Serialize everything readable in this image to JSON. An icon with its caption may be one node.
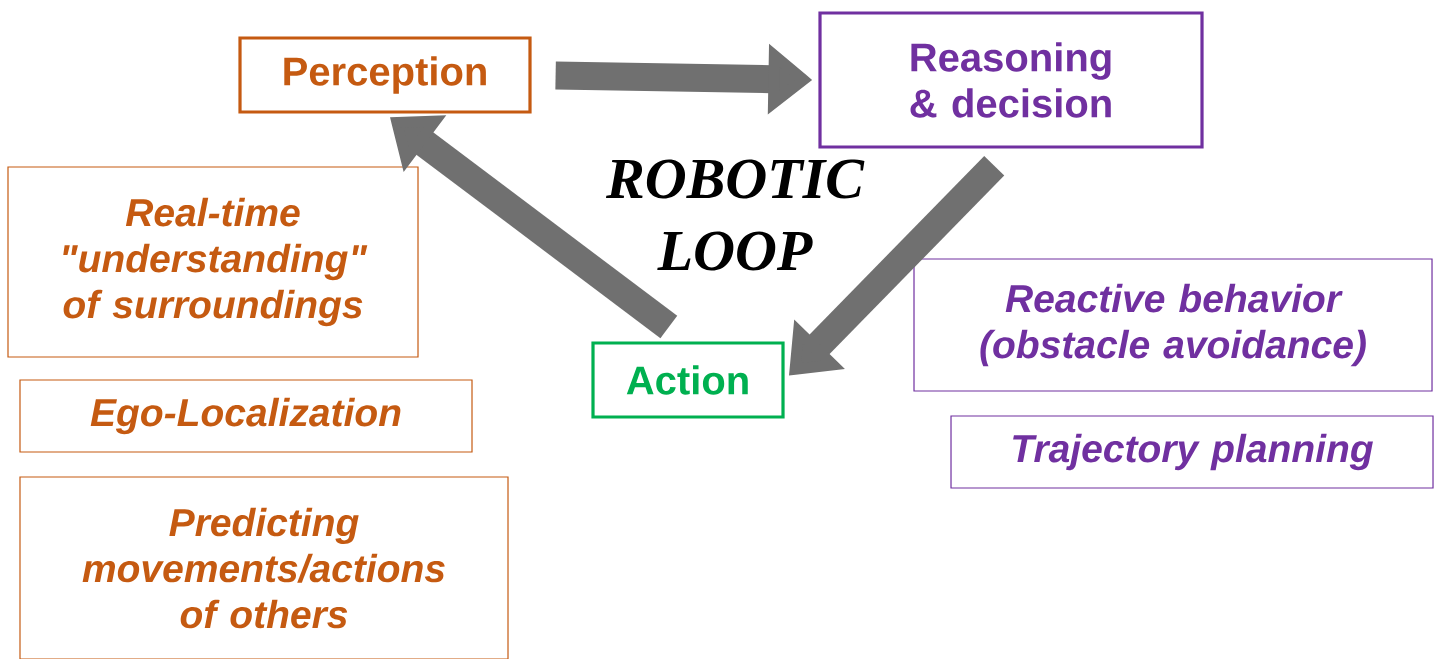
{
  "diagram": {
    "nodes": [
      {
        "text": [
          "Perception"
        ]
      },
      {
        "text": [
          "Reasoning & decision"
        ]
      },
      {
        "text": [
          "Action"
        ]
      },
      {
        "text": [
          "Real-time \"understanding\" of surroundings"
        ]
      },
      {
        "text": [
          "Ego-Localization"
        ]
      },
      {
        "text": [
          "Predicting movements/actions of others"
        ]
      },
      {
        "text": [
          "Reactive behavior (obstacle avoidance)"
        ]
      },
      {
        "text": [
          "Trajectory planning"
        ]
      }
    ],
    "edges": [
      {
        "from": 0,
        "to": 1,
        "arrow": "to"
      },
      {
        "from": 1,
        "to": 2,
        "arrow": "to"
      },
      {
        "from": 2,
        "to": 0,
        "arrow": "to"
      }
    ],
    "labels": [
      "ROBOTIC LOOP"
    ]
  }
}
